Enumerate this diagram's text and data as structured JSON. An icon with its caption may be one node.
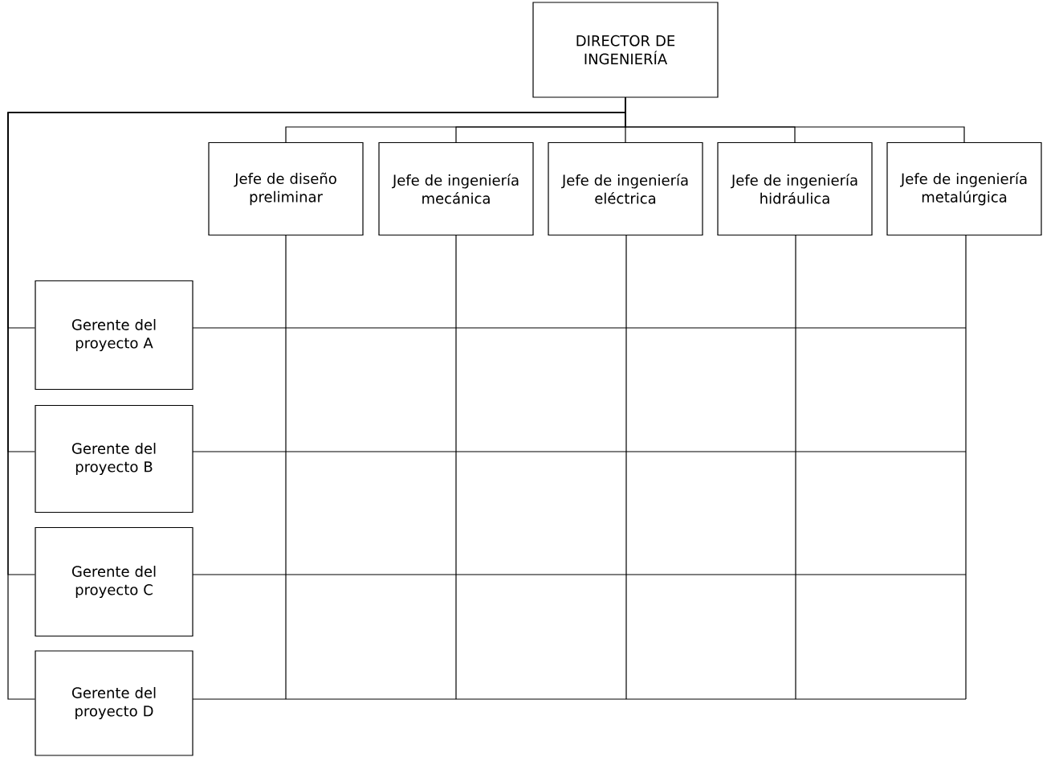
{
  "diagram": {
    "nodes": [
      {
        "text": [
          "DIRECTOR DE INGENIERÍA"
        ]
      },
      {
        "text": [
          "Jefe de diseño preliminar"
        ]
      },
      {
        "text": [
          "Jefe de ingeniería mecánica"
        ]
      },
      {
        "text": [
          "Jefe de ingeniería eléctrica"
        ]
      },
      {
        "text": [
          "Jefe de ingeniería hidráulica"
        ]
      },
      {
        "text": [
          "Jefe de ingeniería metalúrgica"
        ]
      },
      {
        "text": [
          "Gerente del proyecto A"
        ]
      },
      {
        "text": [
          "Gerente del proyecto B"
        ]
      },
      {
        "text": [
          "Gerente del proyecto C"
        ]
      },
      {
        "text": [
          "Gerente del proyecto D"
        ]
      }
    ],
    "edges": [
      {
        "from": 0,
        "to": 1,
        "arrow": "none"
      },
      {
        "from": 0,
        "to": 2,
        "arrow": "none"
      },
      {
        "from": 0,
        "to": 3,
        "arrow": "none"
      },
      {
        "from": 0,
        "to": 4,
        "arrow": "none"
      },
      {
        "from": 0,
        "to": 5,
        "arrow": "none"
      },
      {
        "from": 0,
        "to": 6,
        "arrow": "none"
      },
      {
        "from": 0,
        "to": 7,
        "arrow": "none"
      },
      {
        "from": 0,
        "to": 8,
        "arrow": "none"
      },
      {
        "from": 0,
        "to": 9,
        "arrow": "none"
      }
    ]
  }
}
